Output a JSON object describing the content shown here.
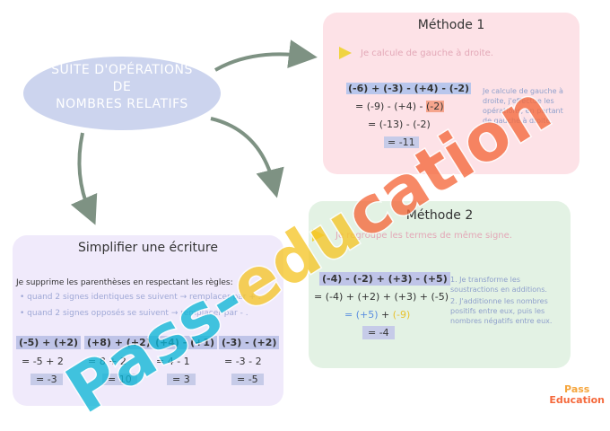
{
  "title": {
    "line1": "SUITE D'OPÉRATIONS",
    "line2": "DE",
    "line3": "NOMBRES RELATIFS"
  },
  "methode1": {
    "title": "Méthode 1",
    "intro": "Je calcule de gauche à droite.",
    "line1": "(-6) + (-3) - (+4) - (-2)",
    "line2_a": "= (-9)",
    "line2_b": " - (+4) - ",
    "line2_c": "(-2)",
    "line3": "= (-13) - (-2)",
    "line4": "= -11",
    "note": "Je calcule de gauche à droite, j'effectue les opérations, en partant de gauche à droite."
  },
  "methode2": {
    "title": "Méthode 2",
    "intro": "Je regroupe les termes de même signe.",
    "line1": "(-4) - (-2) + (+3) - (+5)",
    "line2": "= (-4) + (+2) + (+3) + (-5)",
    "line3_a": "= (+5)",
    "line3_b": " + ",
    "line3_c": "(-9)",
    "line4": "= -4",
    "note1": "1. Je transforme les soustractions en additions.",
    "note2": "2. J'additionne les nombres positifs entre eux, puis les nombres négatifs entre eux."
  },
  "simplifier": {
    "title": "Simplifier une écriture",
    "rule": "Je supprime les parenthèses en respectant les règles:",
    "bullet1": "quand 2 signes identiques se suivent → remplacer par + .",
    "bullet2": "quand 2 signes opposés se suivent → remplacer par - .",
    "examples": [
      {
        "head": "(-5) + (+2)",
        "step": "= -5 + 2",
        "result": "= -3"
      },
      {
        "head": "(+8) + (+2)",
        "step": "= 8 + 2",
        "result": "= 10"
      },
      {
        "head": "(+4) - (+1)",
        "step": "= 4 - 1",
        "result": "= 3"
      },
      {
        "head": "(-3) - (+2)",
        "step": "= -3 - 2",
        "result": "= -5"
      }
    ]
  },
  "watermark": "Pass-education",
  "logo": {
    "line1": "Pass",
    "line2": "Education"
  },
  "colors": {
    "methode1_bg": "#fde2e7",
    "methode2_bg": "#e3f2e4",
    "simplifier_bg": "#f0eafb",
    "title_oval": "#ccd4ee",
    "arrow": "#7e9283",
    "watermark_blue": "#0fb7d7",
    "watermark_orange": "#f5693c",
    "watermark_yellow": "#f6c628"
  }
}
